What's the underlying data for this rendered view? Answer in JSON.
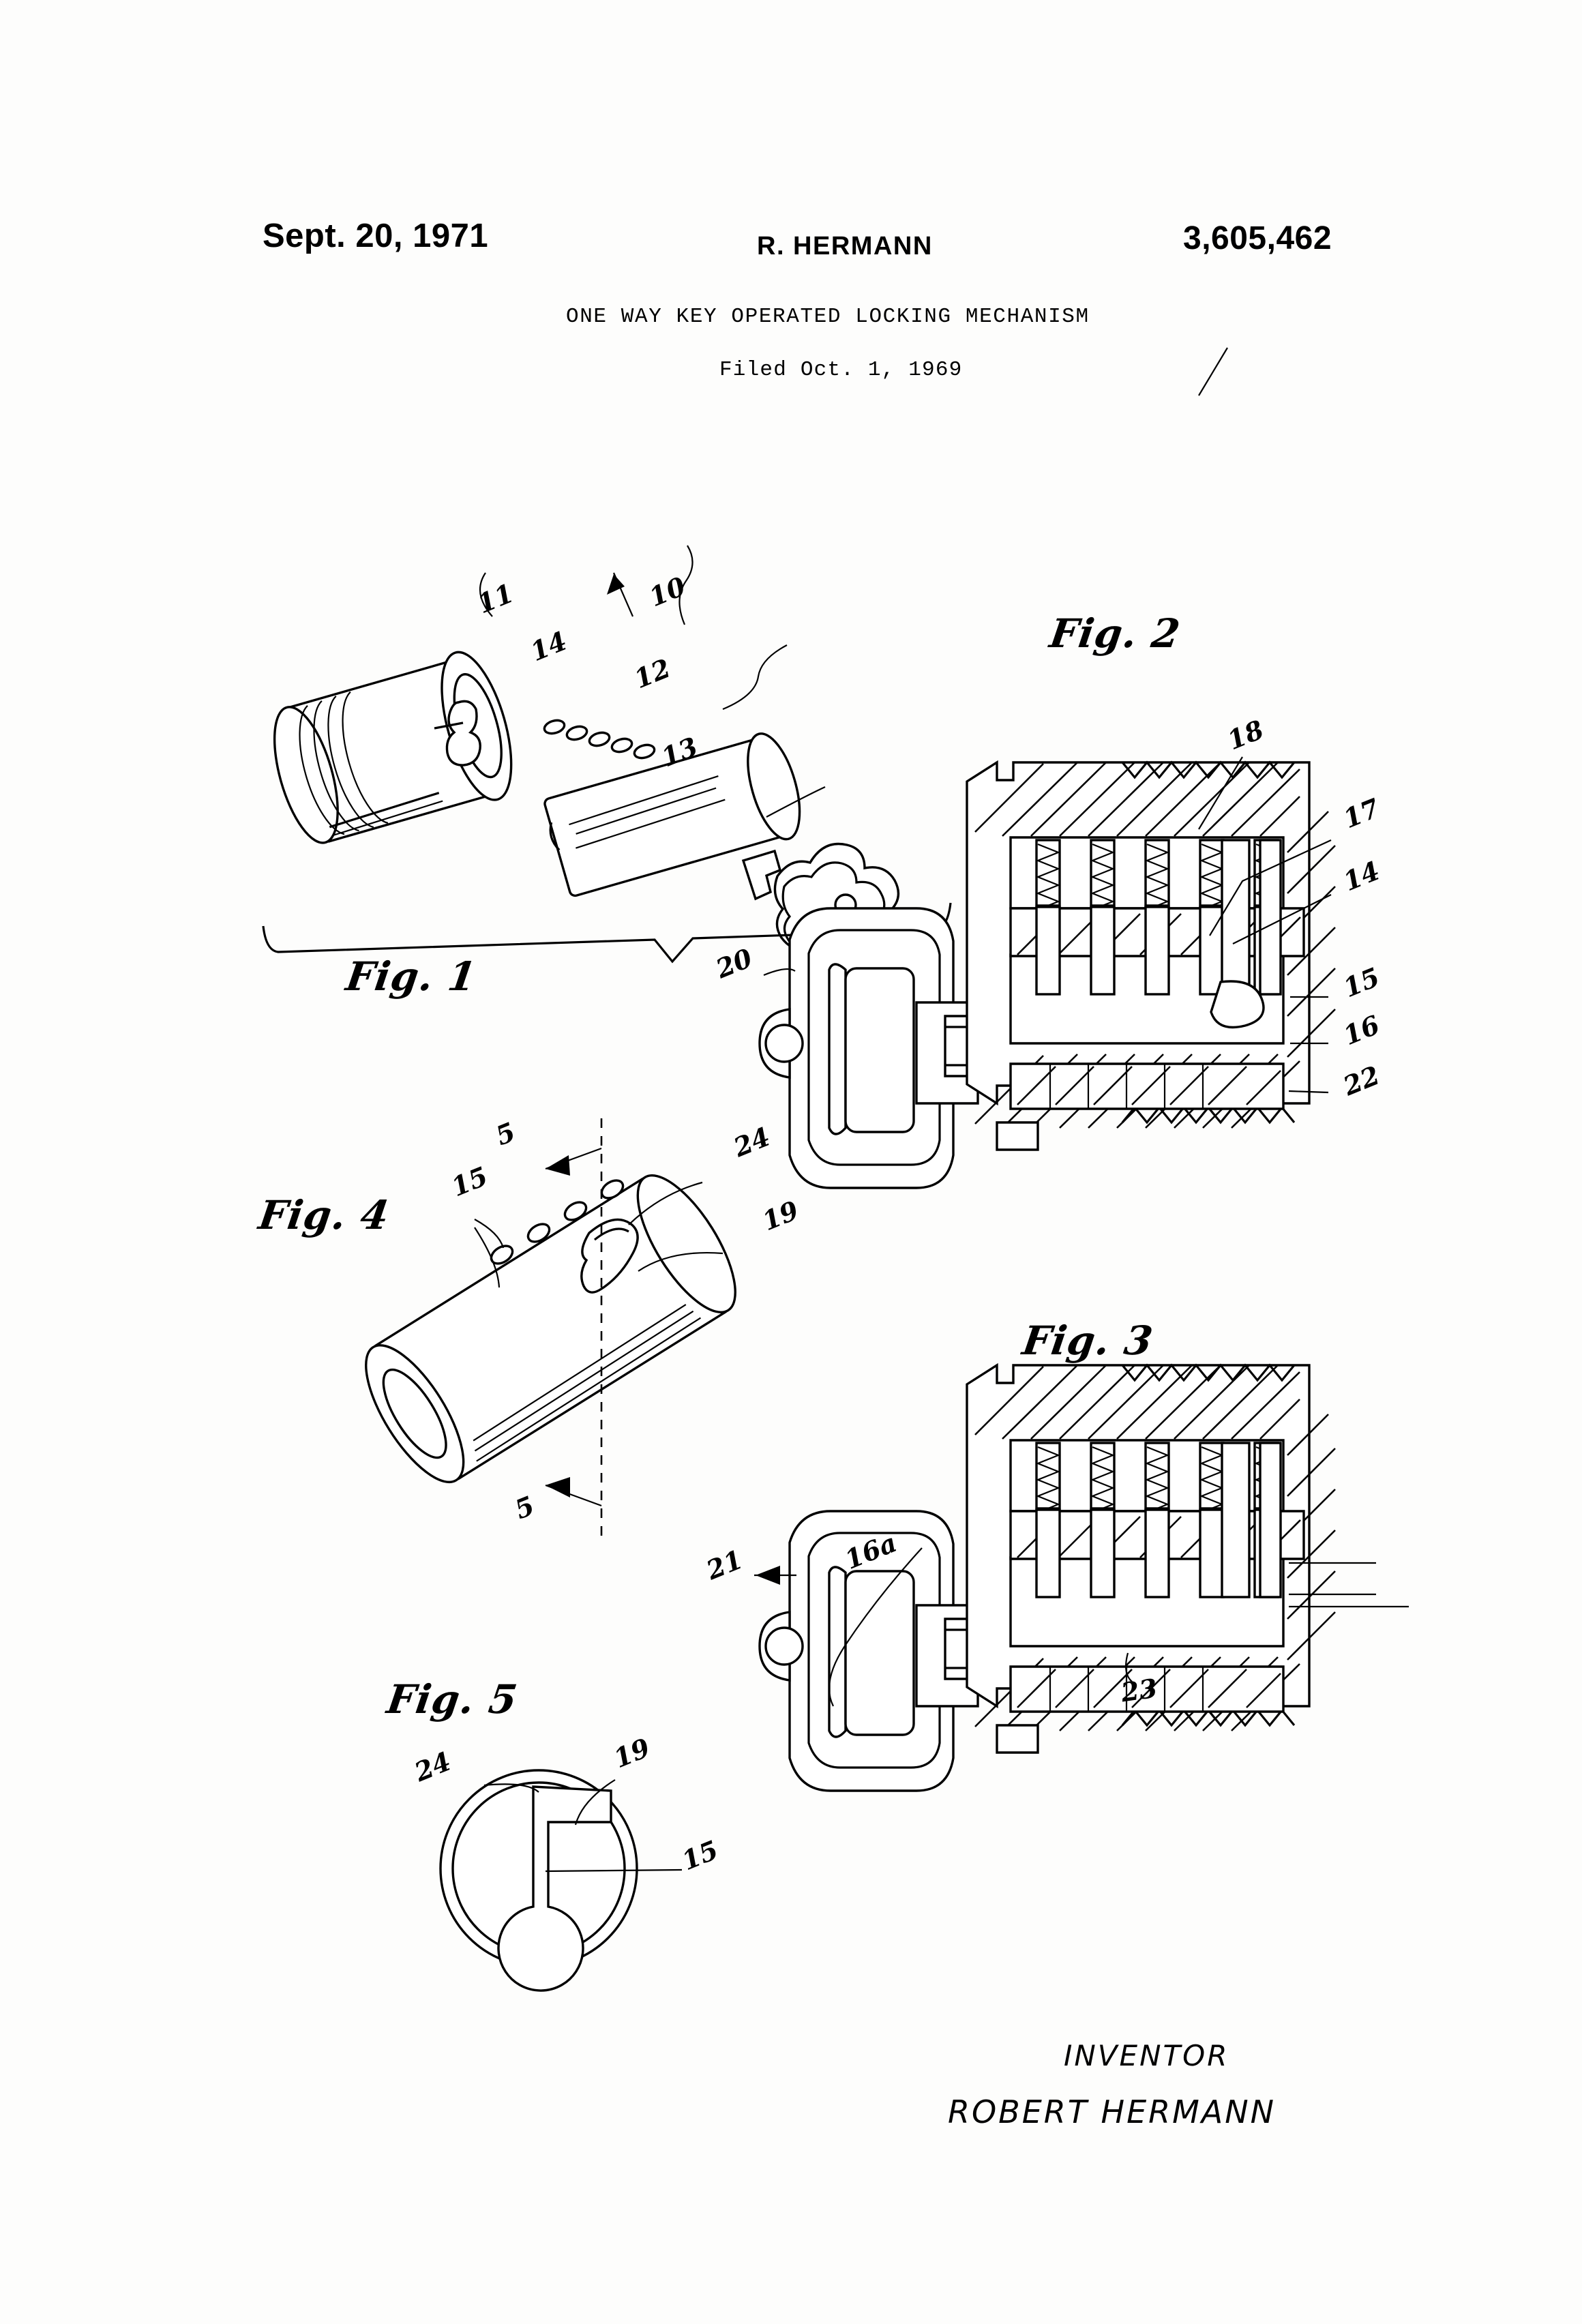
{
  "header": {
    "date": "Sept. 20, 1971",
    "inventor_short": "R. HERMANN",
    "patent_number": "3,605,462",
    "title": "ONE WAY KEY OPERATED LOCKING MECHANISM",
    "filed": "Filed Oct. 1, 1969"
  },
  "figures": [
    {
      "id": "fig1",
      "caption": "Fig. 1",
      "description": "Exploded perspective view of lock cylinder housing, plug and key",
      "reference_numerals": [
        {
          "label": "11",
          "refers_to": "cylinder-housing-shell"
        },
        {
          "label": "10",
          "refers_to": "lock-assembly"
        },
        {
          "label": "14",
          "refers_to": "pin-tumbler-holes"
        },
        {
          "label": "12",
          "refers_to": "cylinder-plug"
        },
        {
          "label": "13",
          "refers_to": "key"
        }
      ]
    },
    {
      "id": "fig2",
      "caption": "Fig. 2",
      "description": "Longitudinal cross-section with first key inserted",
      "reference_numerals": [
        {
          "label": "18",
          "refers_to": "driver-spring"
        },
        {
          "label": "17",
          "refers_to": "driver-pin"
        },
        {
          "label": "14",
          "refers_to": "pin-chamber"
        },
        {
          "label": "15",
          "refers_to": "key-pin"
        },
        {
          "label": "16",
          "refers_to": "shear-line-detent"
        },
        {
          "label": "22",
          "refers_to": "cylinder-shell-bore"
        },
        {
          "label": "20",
          "refers_to": "first-key"
        }
      ]
    },
    {
      "id": "fig3",
      "caption": "Fig. 3",
      "description": "Longitudinal cross-section with second key inserted",
      "reference_numerals": [
        {
          "label": "16a",
          "refers_to": "modified-detent"
        },
        {
          "label": "23",
          "refers_to": "key-blade-bitting"
        },
        {
          "label": "21",
          "refers_to": "second-key"
        }
      ]
    },
    {
      "id": "fig4",
      "caption": "Fig. 4",
      "description": "Perspective view of the cylinder plug",
      "reference_numerals": [
        {
          "label": "15",
          "refers_to": "pin-holes"
        },
        {
          "label": "24",
          "refers_to": "arcuate-slot"
        },
        {
          "label": "19",
          "refers_to": "plug-body"
        },
        {
          "label": "5",
          "refers_to": "section-line-5-5"
        }
      ]
    },
    {
      "id": "fig5",
      "caption": "Fig. 5",
      "description": "Transverse section taken on line 5-5 of Fig. 4",
      "reference_numerals": [
        {
          "label": "24",
          "refers_to": "arcuate-slot"
        },
        {
          "label": "19",
          "refers_to": "plug-body"
        },
        {
          "label": "15",
          "refers_to": "keyway"
        }
      ]
    }
  ],
  "signature": {
    "label": "INVENTOR",
    "name": "ROBERT HERMANN"
  },
  "colors": {
    "ink": "#000000",
    "paper": "#fdfdfc"
  }
}
